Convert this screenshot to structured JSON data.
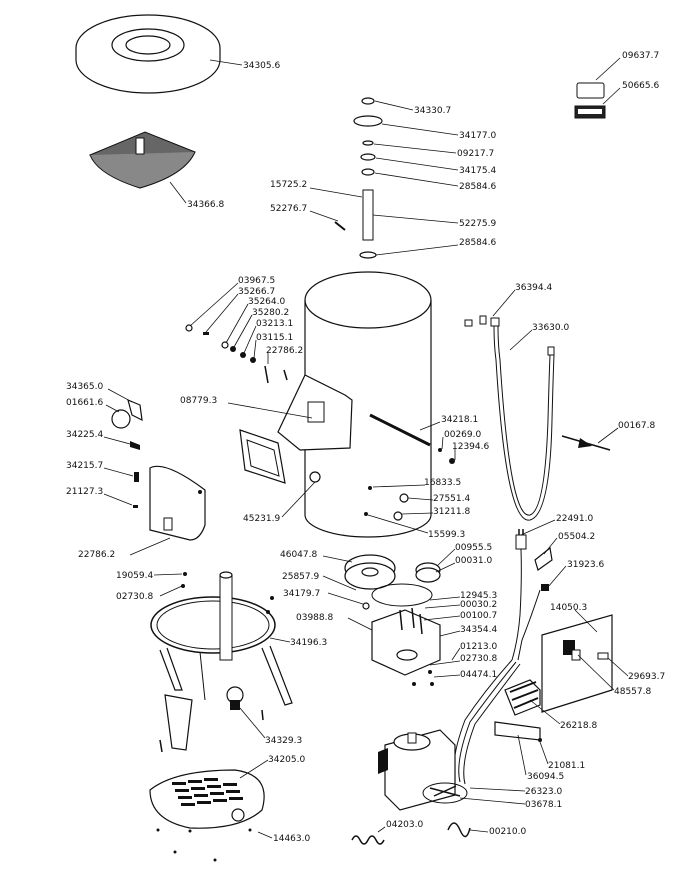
{
  "labels": {
    "lid": "34305.6",
    "basket": "34366.8",
    "l_09637": "09637.7",
    "l_50665": "50665.6",
    "l_34330": "34330.7",
    "l_34177": "34177.0",
    "l_09217": "09217.7",
    "l_34175": "34175.4",
    "l_28584a": "28584.6",
    "l_15725": "15725.2",
    "l_52276": "52276.7",
    "l_52275": "52275.9",
    "l_28584b": "28584.6",
    "l_03967": "03967.5",
    "l_35266": "35266.7",
    "l_35264": "35264.0",
    "l_35280": "35280.2",
    "l_03213": "03213.1",
    "l_03115": "03115.1",
    "l_22786a": "22786.2",
    "l_36394": "36394.4",
    "l_33630": "33630.0",
    "l_34365": "34365.0",
    "l_01661": "01661.6",
    "l_08779": "08779.3",
    "l_34218": "34218.1",
    "l_00269": "00269.0",
    "l_12394": "12394.6",
    "l_00167": "00167.8",
    "l_34225": "34225.4",
    "l_34215": "34215.7",
    "l_21127": "21127.3",
    "l_16833": "16833.5",
    "l_27551": "27551.4",
    "l_31211": "31211.8",
    "l_45231": "45231.9",
    "l_15599": "15599.3",
    "l_22491": "22491.0",
    "l_05504": "05504.2",
    "l_22786b": "22786.2",
    "l_46047": "46047.8",
    "l_00955": "00955.5",
    "l_00031": "00031.0",
    "l_31923": "31923.6",
    "l_19059": "19059.4",
    "l_25857": "25857.9",
    "l_02730a": "02730.8",
    "l_34179": "34179.7",
    "l_12945": "12945.3",
    "l_00030": "00030.2",
    "l_00100": "00100.7",
    "l_14050": "14050.3",
    "l_03988": "03988.8",
    "l_34196": "34196.3",
    "l_34354": "34354.4",
    "l_01213": "01213.0",
    "l_29693": "29693.7",
    "l_02730b": "02730.8",
    "l_04474": "04474.1",
    "l_48557": "48557.8",
    "l_26218": "26218.8",
    "l_34329": "34329.3",
    "l_21081": "21081.1",
    "l_34205": "34205.0",
    "l_36094": "36094.5",
    "l_26323": "26323.0",
    "l_03678": "03678.1",
    "l_04203": "04203.0",
    "l_00210": "00210.0",
    "l_14463": "14463.0"
  }
}
